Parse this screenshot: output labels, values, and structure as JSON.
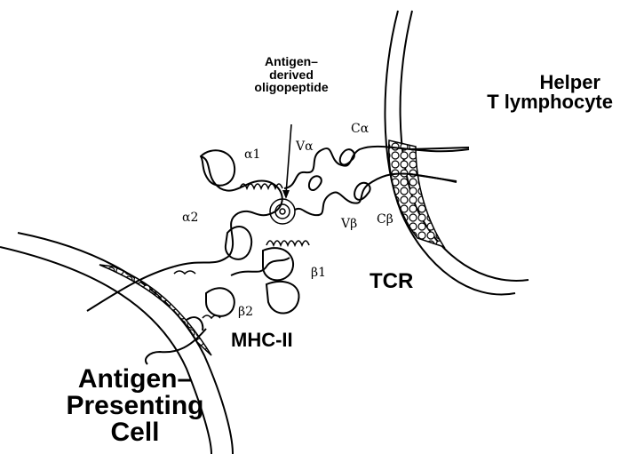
{
  "cells": {
    "helper_t_line1": "Helper",
    "helper_t_line2": "T lymphocyte",
    "apc_line1": "Antigen–",
    "apc_line2": "Presenting",
    "apc_line3": "Cell"
  },
  "molecules": {
    "tcr": "TCR",
    "mhc": "MHC-II"
  },
  "peptide": {
    "line1": "Antigen–",
    "line2": "derived",
    "line3": "oligopeptide"
  },
  "domains": {
    "c_alpha": "Cα",
    "v_alpha": "Vα",
    "alpha1": "α1",
    "alpha2": "α2",
    "v_beta": "Vβ",
    "c_beta": "Cβ",
    "beta1": "β1",
    "beta2": "β2"
  },
  "colors": {
    "ink": "#000000",
    "background": "#ffffff"
  }
}
